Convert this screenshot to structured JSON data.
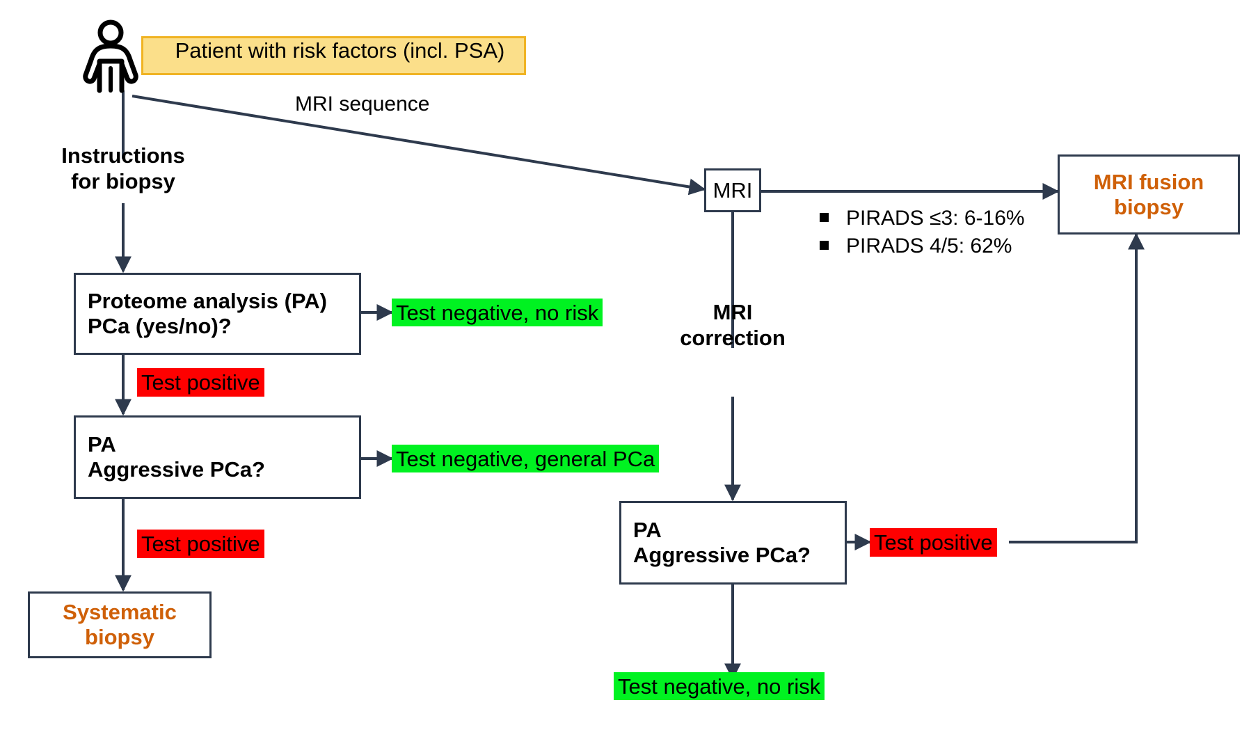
{
  "diagram": {
    "title_banner": {
      "text": "Patient with risk factors (incl. PSA)",
      "fill": "#FBDF8A",
      "stroke": "#F0B323"
    },
    "person_icon": "person-icon",
    "colors": {
      "outline": "#2E3A4D",
      "orange_text": "#CF6008",
      "green_chip": "#00F221",
      "red_chip": "#FE0000",
      "black_text": "#000000"
    },
    "edge_labels": {
      "mri_sequence": "MRI sequence",
      "instructions_line1": "Instructions",
      "instructions_line2": "for biopsy",
      "mri_correction_line1": "MRI",
      "mri_correction_line2": "correction"
    },
    "nodes": {
      "mri": {
        "label": "MRI"
      },
      "mri_fusion_biopsy": {
        "line1": "MRI fusion",
        "line2": "biopsy"
      },
      "proteome_analysis": {
        "line1": "Proteome analysis (PA)",
        "line2": "PCa (yes/no)?"
      },
      "pa_aggressive_left": {
        "line1": "PA",
        "line2": "Aggressive PCa?"
      },
      "pa_aggressive_right": {
        "line1": "PA",
        "line2": "Aggressive PCa?"
      },
      "systematic_biopsy": {
        "line1": "Systematic",
        "line2": "biopsy"
      }
    },
    "chips": {
      "test_negative_no_risk_top": "Test negative, no risk",
      "test_positive_upper": "Test positive",
      "test_negative_general_pca": "Test negative, general PCa",
      "test_positive_lower": "Test positive",
      "test_positive_right": "Test positive",
      "test_negative_no_risk_bottom": "Test negative, no risk"
    },
    "pirads_notes": [
      "PIRADS ≤3: 6-16%",
      "PIRADS 4/5: 62%"
    ]
  }
}
